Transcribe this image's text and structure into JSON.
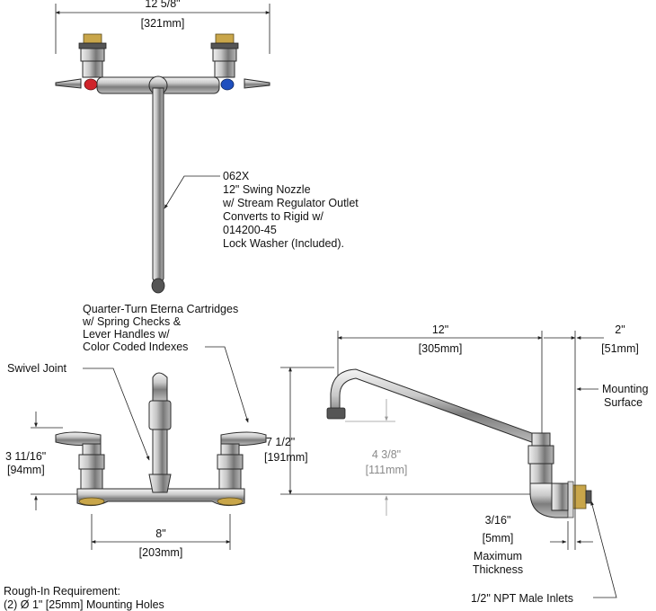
{
  "dimensions": {
    "top_width_in": "12 5/8\"",
    "top_width_mm": "[321mm]",
    "center_spacing_in": "8\"",
    "center_spacing_mm": "[203mm]",
    "handle_height_in": "3 11/16\"",
    "handle_height_mm": "[94mm]",
    "spout_reach_in": "12\"",
    "spout_reach_mm": "[305mm]",
    "offset_in": "2\"",
    "offset_mm": "[51mm]",
    "overall_height_in": "7 1/2\"",
    "overall_height_mm": "[191mm]",
    "spout_clearance_in": "4 3/8\"",
    "spout_clearance_mm": "[111mm]",
    "max_thickness_in": "3/16\"",
    "max_thickness_mm": "[5mm]",
    "max_thickness_label": [
      "Maximum",
      "Thickness"
    ]
  },
  "callouts": {
    "nozzle": [
      "062X",
      "12\" Swing Nozzle",
      "w/ Stream Regulator Outlet",
      "Converts to Rigid w/",
      "014200-45",
      "Lock Washer (Included)."
    ],
    "cartridges": [
      "Quarter-Turn Eterna Cartridges",
      "w/ Spring Checks &",
      "Lever Handles w/",
      "Color Coded Indexes"
    ],
    "swivel_joint": "Swivel Joint",
    "mounting_surface": [
      "Mounting",
      "Surface"
    ],
    "npt_inlets": "1/2\" NPT Male Inlets"
  },
  "rough_in": {
    "title": "Rough-In Requirement:",
    "detail": "(2) Ø 1\" [25mm] Mounting Holes"
  },
  "colors": {
    "hot_index": "#d0242b",
    "cold_index": "#1f4fbf",
    "brass": "#c9a64a"
  }
}
